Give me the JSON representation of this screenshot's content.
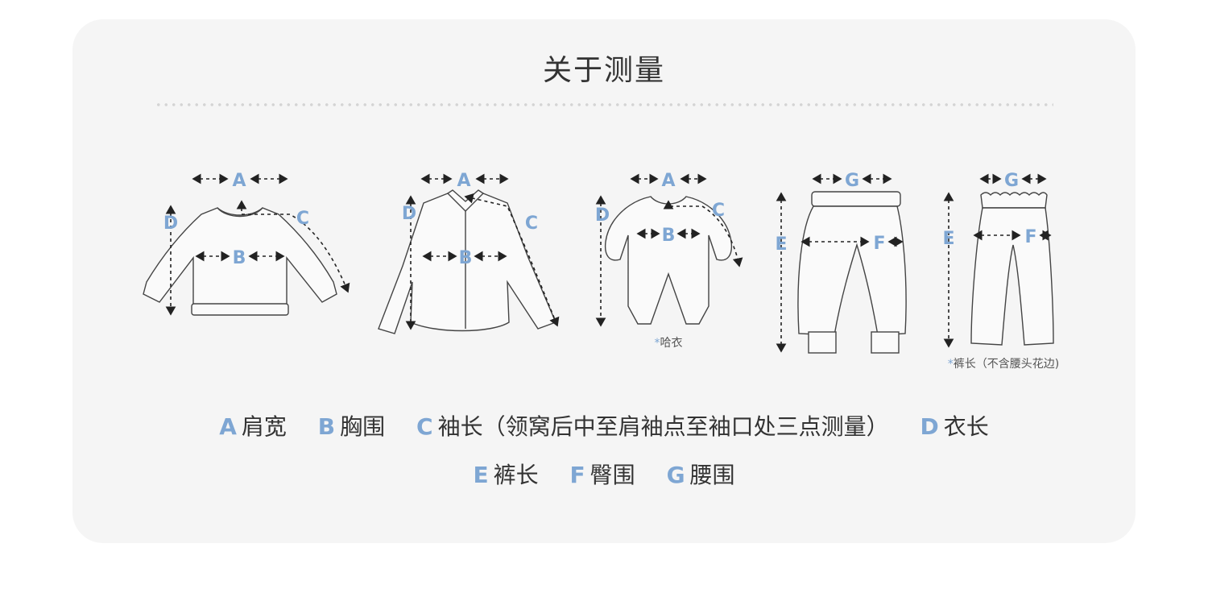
{
  "title": "关于测量",
  "figures": {
    "sweater": {
      "top": "A",
      "chest": "B",
      "sleeve": "C",
      "length": "D"
    },
    "shirt": {
      "top": "A",
      "chest": "B",
      "sleeve": "C",
      "length": "D"
    },
    "romper": {
      "top": "A",
      "chest": "B",
      "sleeve": "C",
      "length": "D",
      "note": "哈衣"
    },
    "pants": {
      "waist": "G",
      "hip": "F",
      "length": "E"
    },
    "leggings": {
      "waist": "G",
      "hip": "F",
      "length": "E",
      "note": "裤长（不含腰头花边)"
    }
  },
  "note_star": "*",
  "legend": {
    "row1": [
      {
        "key": "A",
        "label": "肩宽"
      },
      {
        "key": "B",
        "label": "胸围"
      },
      {
        "key": "C",
        "label": "袖长（领窝后中至肩袖点至袖口处三点测量）"
      },
      {
        "key": "D",
        "label": "衣长"
      }
    ],
    "row2": [
      {
        "key": "E",
        "label": "裤长"
      },
      {
        "key": "F",
        "label": "臀围"
      },
      {
        "key": "G",
        "label": "腰围"
      }
    ]
  }
}
